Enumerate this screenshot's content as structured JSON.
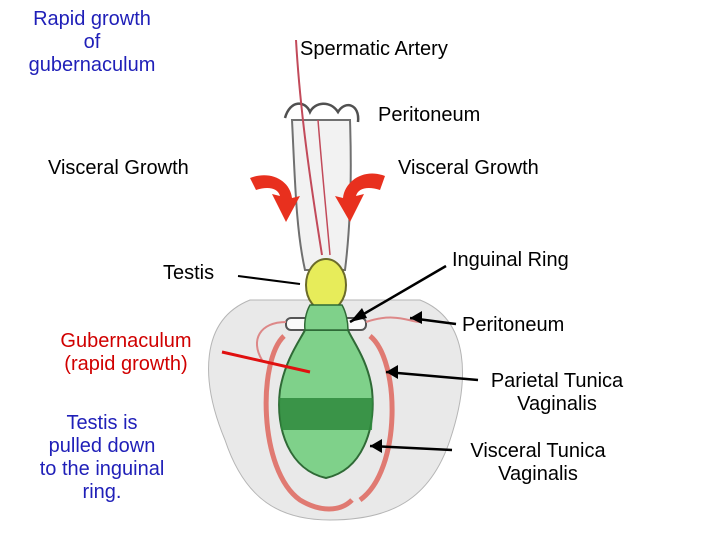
{
  "labels": {
    "rapid_growth_title": [
      "Rapid growth",
      "of",
      "gubernaculum"
    ],
    "spermatic_artery": "Spermatic Artery",
    "peritoneum_top": "Peritoneum",
    "visceral_growth_left": "Visceral Growth",
    "visceral_growth_right": "Visceral Growth",
    "testis": "Testis",
    "inguinal_ring": "Inguinal Ring",
    "gubernaculum": [
      "Gubernaculum",
      "(rapid growth)"
    ],
    "peritoneum_lower": "Peritoneum",
    "parietal_tunica": [
      "Parietal Tunica",
      "Vaginalis"
    ],
    "testis_pulled": [
      "Testis is",
      "pulled down",
      "to the inguinal",
      "ring."
    ],
    "visceral_tunica": [
      "Visceral Tunica",
      "Vaginalis"
    ]
  },
  "colors": {
    "blue_text": "#1f1fb8",
    "red_text": "#d00000",
    "red_arrow": "#e8301e",
    "testis_yellow": "#e7ec5a",
    "gubernaculum_green": "#7fd18a",
    "gubernaculum_dark_band": "#2e8a3c",
    "tunica_red": "#e07a72"
  }
}
